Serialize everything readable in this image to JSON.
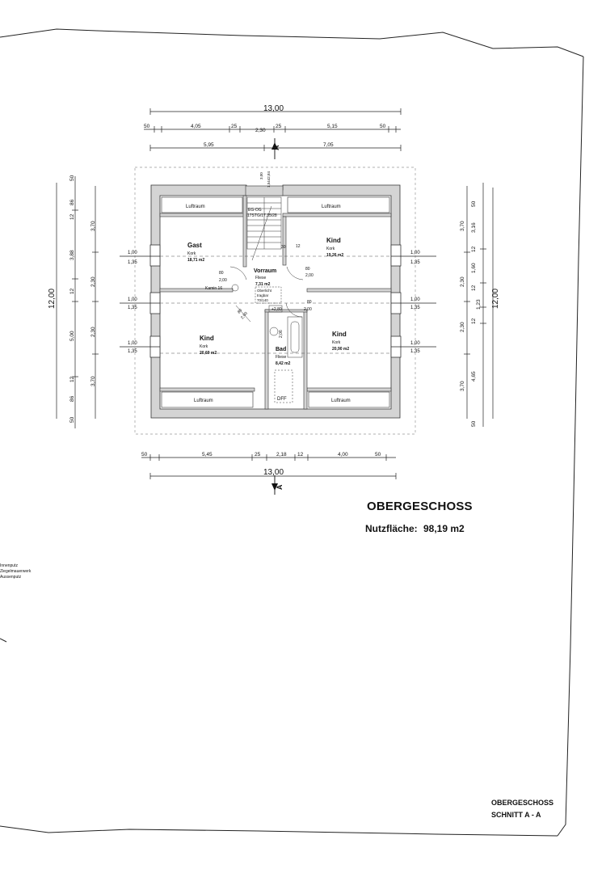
{
  "sheet_title": "OBERGESCHOSS",
  "net_area": {
    "label": "Nutzfläche:",
    "value": "98,19 m2"
  },
  "legend": [
    "Innenputz",
    "Ziegelmauerwerk",
    "Aussenputz"
  ],
  "footer": {
    "line1": "OBERGESCHOSS",
    "line2": "SCHNITT A - A"
  },
  "section_marker": "A",
  "dimensions": {
    "top_total": "13,00",
    "top_row": [
      "50",
      "4,05",
      "25",
      "2,30",
      "25",
      "5,15",
      "50"
    ],
    "top_split": [
      "5,95",
      "7,05"
    ],
    "bottom_row": [
      "50",
      "5,45",
      "25",
      "2,18",
      "12",
      "4,00",
      "50"
    ],
    "bottom_total": "13,00",
    "left_total": "12,00",
    "left_outer": [
      "50",
      "86",
      "12",
      "3,88",
      "12",
      "5,00",
      "12",
      "86",
      "50"
    ],
    "left_inner": [
      "3,70",
      "2,30",
      "2,30",
      "3,70"
    ],
    "right_total": "12,00",
    "right_outer": [
      "50",
      "3,16",
      "12",
      "1,60",
      "12",
      "1,23",
      "12",
      "4,65",
      "50"
    ],
    "right_inner": [
      "3,70",
      "2,30",
      "2,30",
      "3,70"
    ],
    "window_left": [
      "1,00",
      "1,35"
    ],
    "window_right": [
      "1,00",
      "1,35"
    ]
  },
  "rooms": {
    "luftraum_tl": "Luftraum",
    "luftraum_tr": "Luftraum",
    "luftraum_bl": "Luftraum",
    "luftraum_br": "Luftraum",
    "gast": {
      "name": "Gast",
      "floor": "Kork",
      "area": "18,71 m2"
    },
    "kind_tr": {
      "name": "Kind",
      "floor": "Kork",
      "area": "19,26 m2"
    },
    "kind_bl": {
      "name": "Kind",
      "floor": "Kork",
      "area": "20,69 m2"
    },
    "kind_br": {
      "name": "Kind",
      "floor": "Kork",
      "area": "20,90 m2"
    },
    "vorraum": {
      "name": "Vorraum",
      "floor": "Fliese",
      "area": "7,31 m2"
    },
    "bad": {
      "name": "Bad",
      "floor": "Fliese",
      "area": "8,42 m2"
    }
  },
  "annotations": {
    "stair_label": "EG-OG",
    "stair_steps": "17STG/17,35/28",
    "stair_rise": "1,5442,84",
    "stair_dim": "3,00",
    "kamin": "Kamin 16",
    "oberlicht": "Oberlicht",
    "oberlicht_sub": "tragbar",
    "oberlicht_size": "70/140",
    "door_80_a": "80",
    "door_200_a": "2,00",
    "door_80_b": "80",
    "door_200_b": "2,00",
    "door_80_c": "80",
    "door_200_c": "2,00",
    "door_80_d": "80",
    "door_200_d": "2,00",
    "wall_30": "30",
    "wall_12": "12",
    "ffok": "+2,80",
    "bath_dim": "2,06",
    "dff": "DFF"
  }
}
